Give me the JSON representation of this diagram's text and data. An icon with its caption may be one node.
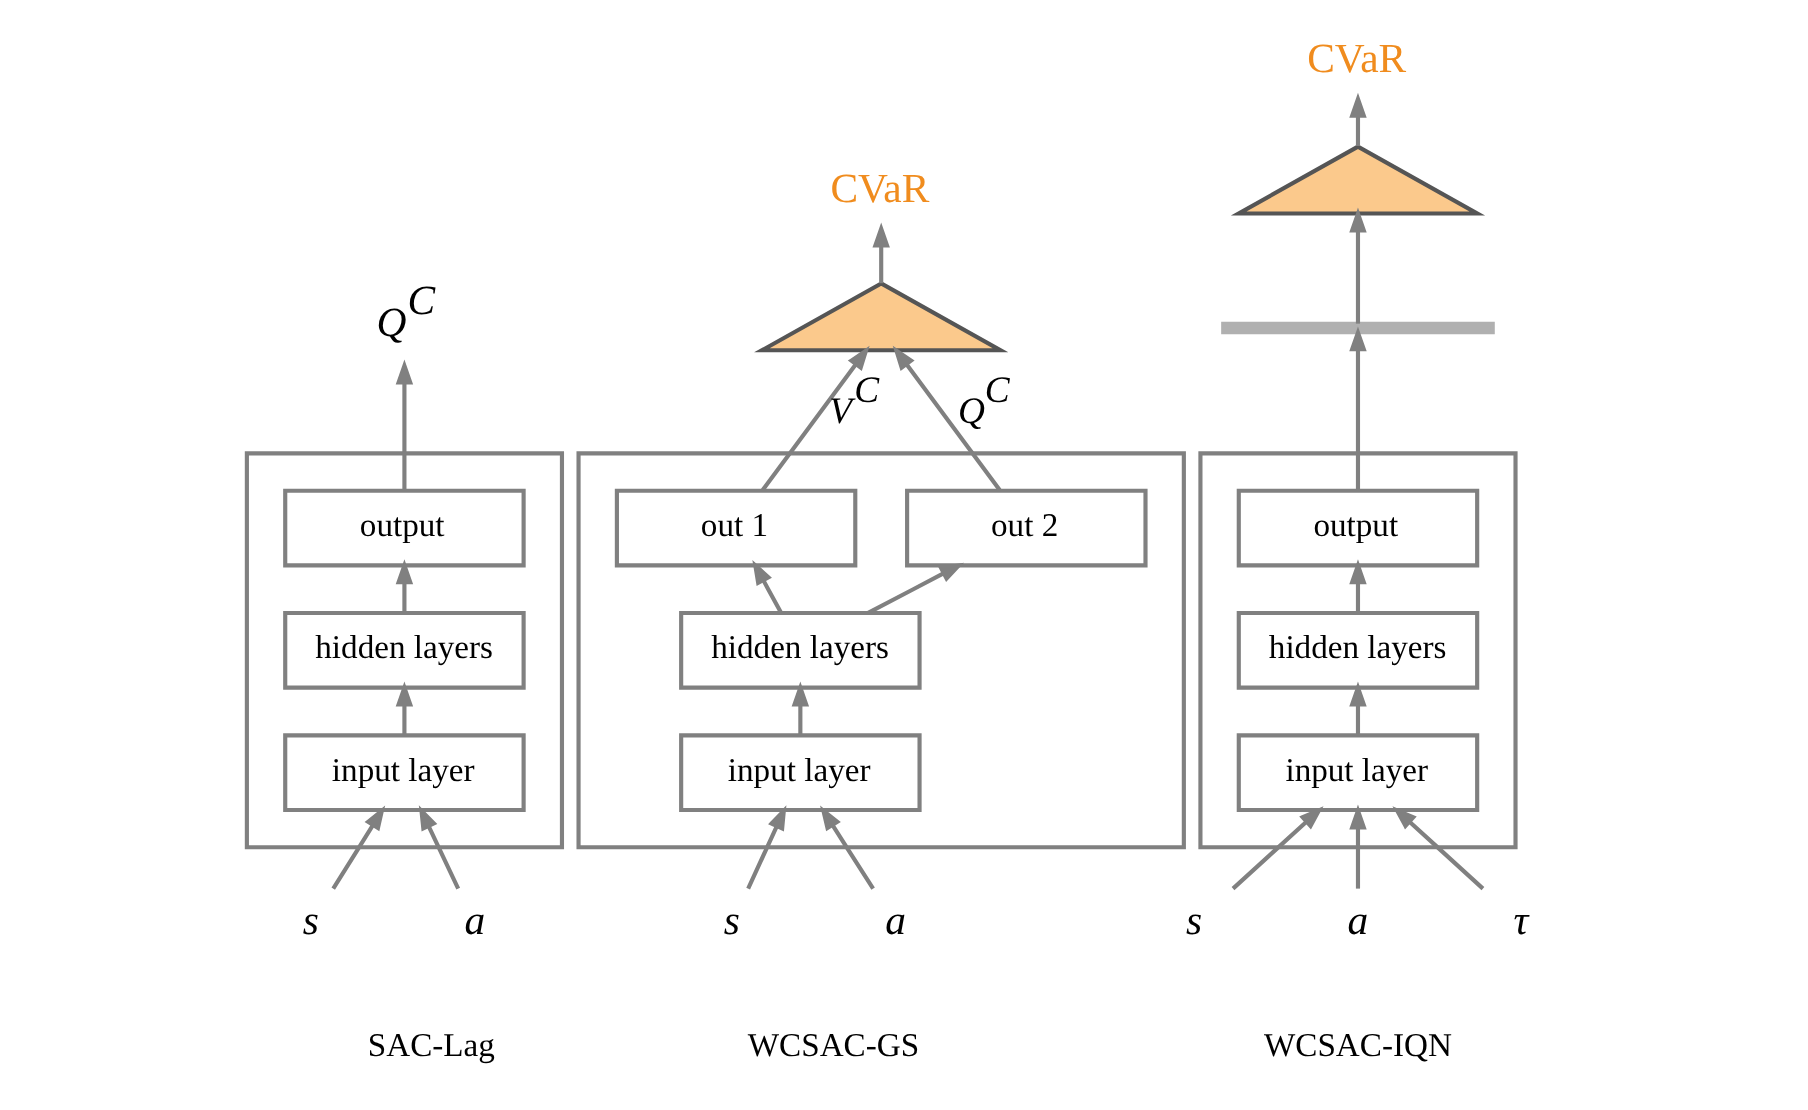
{
  "diagram": {
    "nodes": [
      {
        "text": [],
        "shape": "box"
      },
      {
        "text": [
          "output"
        ],
        "in": 0
      },
      {
        "text": [
          "hidden layers"
        ],
        "in": 0
      },
      {
        "text": [
          "input layer"
        ],
        "in": 0
      },
      {
        "text": [
          "Q$^{C}$"
        ]
      },
      {
        "text": [
          "s"
        ]
      },
      {
        "text": [
          "a"
        ]
      },
      {
        "text": [],
        "shape": "box"
      },
      {
        "text": [
          "out 1"
        ],
        "in": 7
      },
      {
        "text": [
          "out 2"
        ],
        "in": 7
      },
      {
        "text": [
          "hidden layers"
        ],
        "in": 7
      },
      {
        "text": [
          "input layer"
        ],
        "in": 7
      },
      {
        "text": [
          "s"
        ]
      },
      {
        "text": [
          "a"
        ]
      },
      {
        "text": [],
        "shape": "curve"
      },
      {
        "text": [
          "CVaR"
        ]
      },
      {
        "text": [],
        "shape": "box"
      },
      {
        "text": [
          "output"
        ],
        "in": 16
      },
      {
        "text": [
          "hidden layers"
        ],
        "in": 16
      },
      {
        "text": [
          "input layer"
        ],
        "in": 16
      },
      {
        "text": [
          "s"
        ]
      },
      {
        "text": [
          "a"
        ]
      },
      {
        "text": [
          "τ"
        ]
      },
      {
        "text": [],
        "shape": "bar"
      },
      {
        "text": [],
        "shape": "curve"
      },
      {
        "text": [
          "CVaR"
        ]
      }
    ],
    "edges": [
      {
        "from": 5,
        "to": 3,
        "arrow": "to"
      },
      {
        "from": 6,
        "to": 3,
        "arrow": "to"
      },
      {
        "from": 3,
        "to": 2,
        "arrow": "to"
      },
      {
        "from": 2,
        "to": 1,
        "arrow": "to"
      },
      {
        "from": 1,
        "to": 4,
        "arrow": "to"
      },
      {
        "from": 12,
        "to": 11,
        "arrow": "to"
      },
      {
        "from": 13,
        "to": 11,
        "arrow": "to"
      },
      {
        "from": 11,
        "to": 10,
        "arrow": "to"
      },
      {
        "from": 10,
        "to": 8,
        "arrow": "to"
      },
      {
        "from": 10,
        "to": 9,
        "arrow": "to"
      },
      {
        "from": 8,
        "to": 14,
        "arrow": "to",
        "label": "V$^{C}$"
      },
      {
        "from": 9,
        "to": 14,
        "arrow": "to",
        "label": "Q$^{C}$"
      },
      {
        "from": 14,
        "to": 15,
        "arrow": "to"
      },
      {
        "from": 20,
        "to": 19,
        "arrow": "to"
      },
      {
        "from": 21,
        "to": 19,
        "arrow": "to"
      },
      {
        "from": 22,
        "to": 19,
        "arrow": "to"
      },
      {
        "from": 19,
        "to": 18,
        "arrow": "to"
      },
      {
        "from": 18,
        "to": 17,
        "arrow": "to"
      },
      {
        "from": 17,
        "to": 23,
        "arrow": "to"
      },
      {
        "from": 23,
        "to": 24,
        "arrow": "to"
      },
      {
        "from": 24,
        "to": 25,
        "arrow": "to"
      }
    ],
    "labels": [
      "SAC-Lag",
      "WCSAC-GS",
      "WCSAC-IQN"
    ]
  }
}
